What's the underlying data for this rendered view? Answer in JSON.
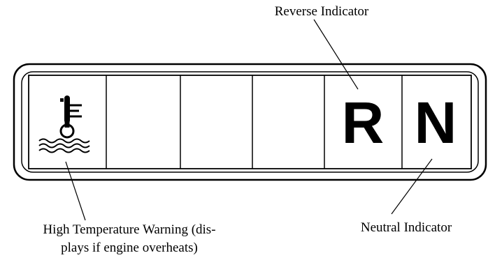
{
  "labels": {
    "reverse": "Reverse Indicator",
    "neutral": "Neutral Indicator",
    "high_temp_line1": "High Temperature Warning (dis-",
    "high_temp_line2": "plays if engine overheats)"
  },
  "indicators": {
    "reverse_letter": "R",
    "neutral_letter": "N"
  },
  "icons": {
    "high_temp": "coolant-temperature-warning-icon"
  },
  "colors": {
    "line": "#000000",
    "background": "#ffffff"
  }
}
